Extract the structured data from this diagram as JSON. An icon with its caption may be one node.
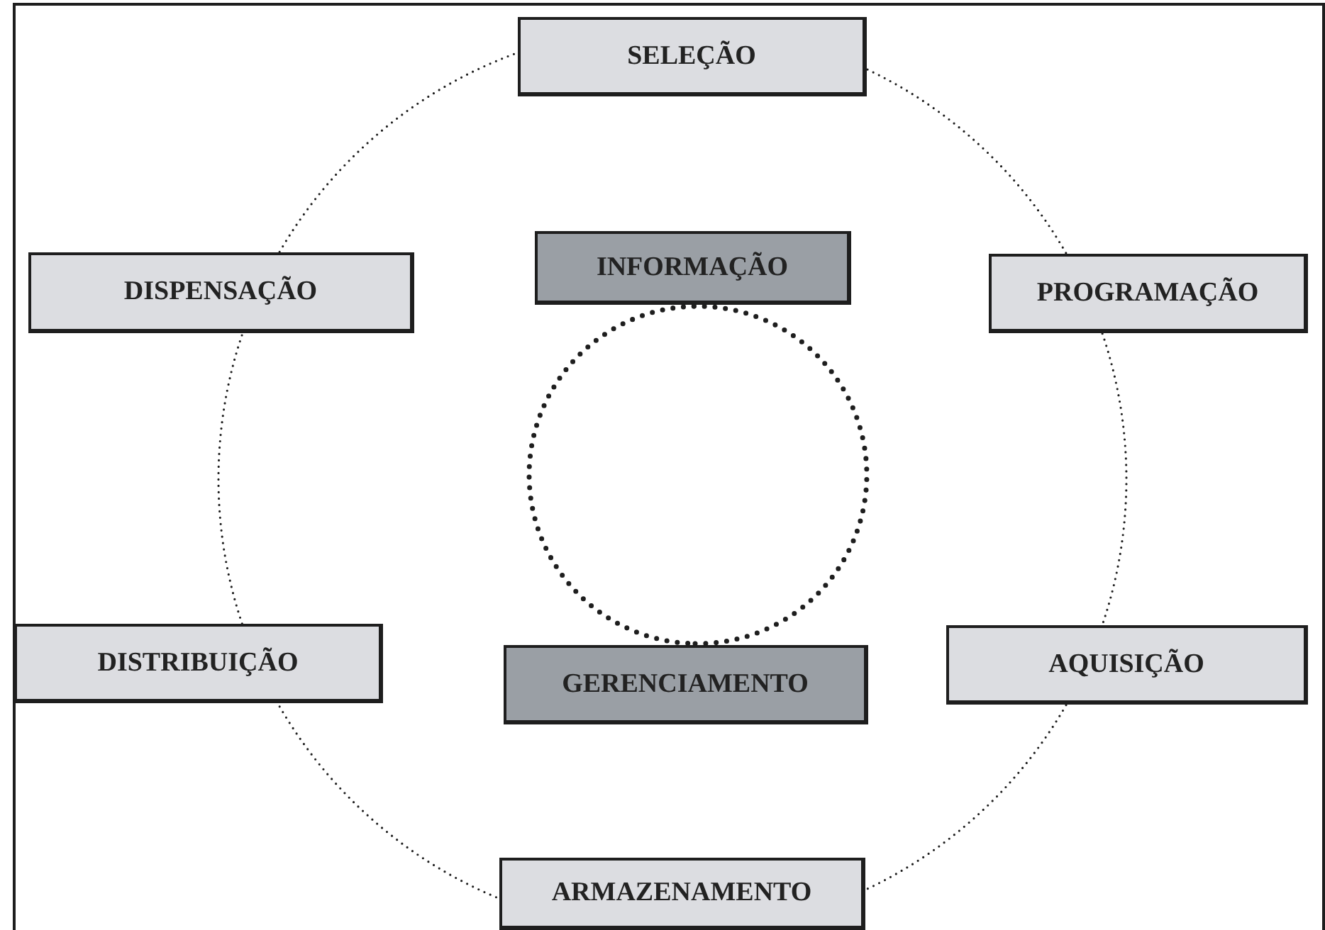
{
  "diagram": {
    "nodes": [
      {
        "text": [
          "SELEÇÃO"
        ]
      },
      {
        "text": [
          "DISPENSAÇÃO"
        ]
      },
      {
        "text": [
          "INFORMAÇÃO"
        ]
      },
      {
        "text": [
          "PROGRAMAÇÃO"
        ]
      },
      {
        "text": [
          "DISTRIBUIÇÃO"
        ]
      },
      {
        "text": [
          "GERENCIAMENTO"
        ]
      },
      {
        "text": [
          "AQUISIÇÃO"
        ]
      },
      {
        "text": [
          "ARMAZENAMENTO"
        ]
      }
    ],
    "edges": [
      {
        "from": 0,
        "to": 3,
        "arrow": "none",
        "style": "dashed"
      },
      {
        "from": 3,
        "to": 6,
        "arrow": "none",
        "style": "dashed"
      },
      {
        "from": 6,
        "to": 7,
        "arrow": "none",
        "style": "dashed"
      },
      {
        "from": 7,
        "to": 4,
        "arrow": "none",
        "style": "dashed"
      },
      {
        "from": 4,
        "to": 1,
        "arrow": "none",
        "style": "dashed"
      },
      {
        "from": 1,
        "to": 0,
        "arrow": "none",
        "style": "dashed"
      },
      {
        "from": 2,
        "to": 5,
        "arrow": "none",
        "style": "dashed"
      },
      {
        "from": 2,
        "to": 5,
        "arrow": "none",
        "style": "dashed"
      }
    ]
  }
}
